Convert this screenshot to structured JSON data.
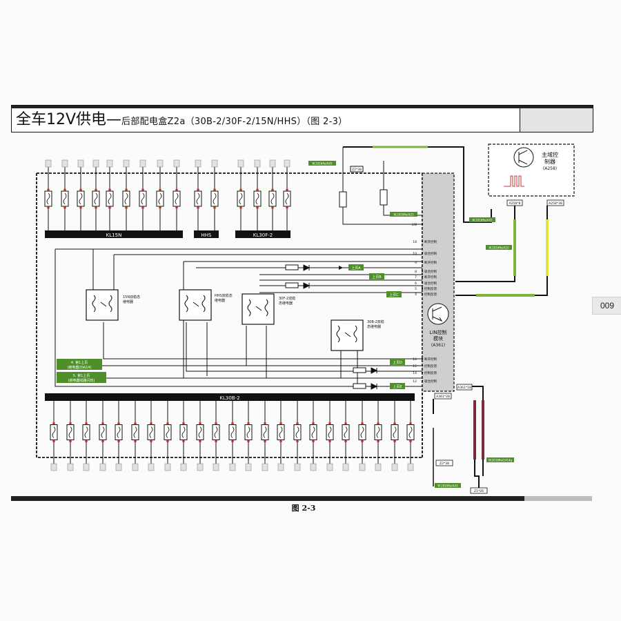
{
  "header": {
    "title_main": "全车12V供电",
    "title_dash": "—",
    "title_sub": "后部配电盒Z2a（30B-2/30F-2/15N/HHS）（图 2-3）"
  },
  "page_number": "009",
  "figure_caption": "图 2-3",
  "busbars": {
    "kl15n": "KL15N",
    "hhs": "HHS",
    "kl30f2": "KL30F-2",
    "kl30b2": "KL30B-2"
  },
  "relays": {
    "r15n": [
      "15N双稳态",
      "继电器"
    ],
    "rhhs": [
      "HHS双稳态",
      "继电器"
    ],
    "r30f": [
      "30F-2双稳",
      "态继电器"
    ],
    "r30b": [
      "30B-2双稳",
      "态继电器"
    ]
  },
  "modules": {
    "lin_module": [
      "LIN控制",
      "模块",
      "(A361)"
    ],
    "main_controller": [
      "主域控",
      "制器",
      "(A258)"
    ]
  },
  "connectors": {
    "z2_38_top": "Z2*38",
    "a258_8": "A258*8",
    "a258_38": "A258*38",
    "a361_28": "A361*28",
    "a361_18": "A361*18",
    "z2_38_bottom": "Z2*38",
    "z1_26": "Z1*26"
  },
  "lin_pins": [
    {
      "pin": "LIN",
      "label": ""
    },
    {
      "pin": "18",
      "label": "断开控制"
    },
    {
      "pin": "10",
      "label": "吸合控制"
    },
    {
      "pin": "9",
      "label": "断开控制"
    },
    {
      "pin": "8",
      "label": "吸合控制"
    },
    {
      "pin": "7",
      "label": "断开控制"
    },
    {
      "pin": "6",
      "label": "吸合控制"
    },
    {
      "pin": "5",
      "label": "控制反馈"
    },
    {
      "pin": "4",
      "label": "控制反馈"
    },
    {
      "pin": "16",
      "label": "断开控制"
    },
    {
      "pin": "15",
      "label": "控制反馈"
    },
    {
      "pin": "14",
      "label": "控制反馈"
    },
    {
      "pin": "12",
      "label": "吸合控制"
    }
  ],
  "green_tags": {
    "g1": "W.2016Ro/A43",
    "g2": "W.2016Ro/A23",
    "g3": "W.2016Ro/A43",
    "g4": "W.2016Ro/A10",
    "g5": "W.2016Ro/A11",
    "g6": "W.2016Ro/1414g",
    "g7": "W.2016Ro/A43",
    "arrow1": "上页A",
    "arrow2": "上页B",
    "arrow3": "上页C",
    "arrow4": "上页D",
    "arrow5": "上页E",
    "note1": [
      "4. 第1上页",
      "(继电器20A14)"
    ],
    "note2": [
      "5. 第1上页",
      "(继电器线路闪烁)"
    ]
  },
  "colors": {
    "ink": "#111111",
    "green_wire": "#7fb33a",
    "yellow_wire": "#e3e63a",
    "maroon_wire": "#7a2b36",
    "lin_fill": "#cfcfcf",
    "tag_green": "#4f8f2a",
    "busbar": "#111111"
  }
}
